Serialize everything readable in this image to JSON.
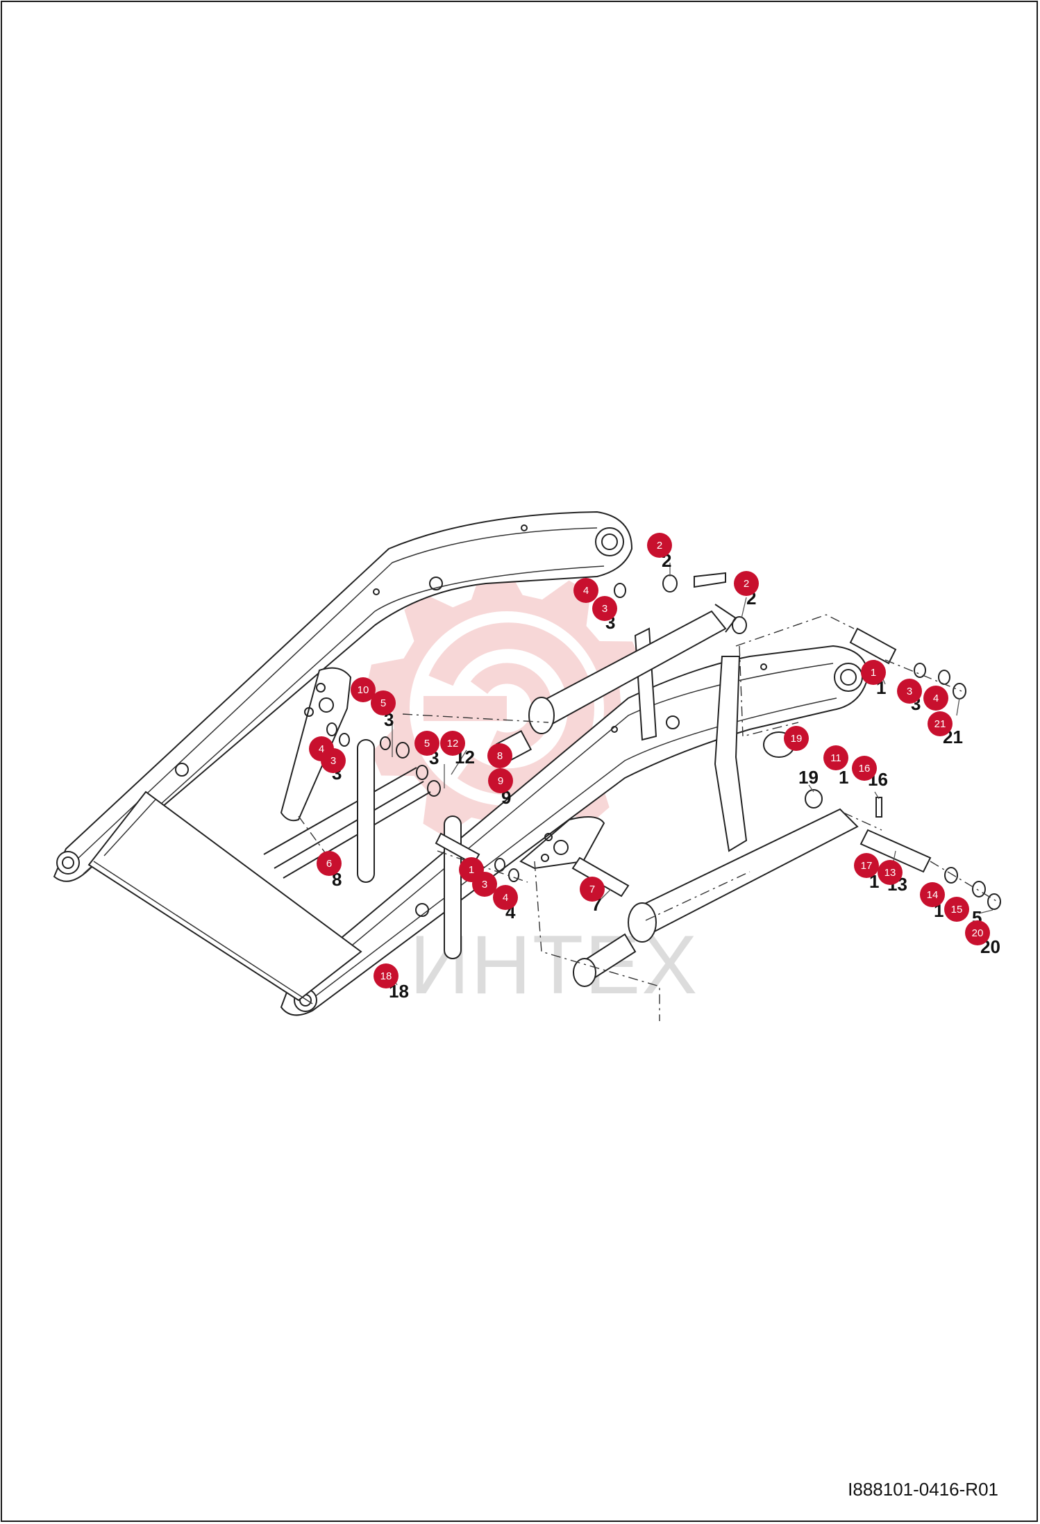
{
  "watermark": {
    "text": "ИНТЕХ",
    "color": "#f2b7b7",
    "icon": "gear-logo-icon"
  },
  "drawing_code": "I888101-0416-R01",
  "callout_color": "#c8102e",
  "callouts": [
    {
      "number": "2"
    },
    {
      "number": "2"
    },
    {
      "number": "4"
    },
    {
      "number": "3"
    },
    {
      "number": "1"
    },
    {
      "number": "3"
    },
    {
      "number": "4"
    },
    {
      "number": "21"
    },
    {
      "number": "10"
    },
    {
      "number": "5"
    },
    {
      "number": "4"
    },
    {
      "number": "3"
    },
    {
      "number": "5"
    },
    {
      "number": "12"
    },
    {
      "number": "8"
    },
    {
      "number": "9"
    },
    {
      "number": "19"
    },
    {
      "number": "11"
    },
    {
      "number": "16"
    },
    {
      "number": "6"
    },
    {
      "number": "1"
    },
    {
      "number": "3"
    },
    {
      "number": "4"
    },
    {
      "number": "7"
    },
    {
      "number": "17"
    },
    {
      "number": "13"
    },
    {
      "number": "14"
    },
    {
      "number": "15"
    },
    {
      "number": "20"
    },
    {
      "number": "18"
    }
  ],
  "part_labels": [
    {
      "text": "2"
    },
    {
      "text": "2"
    },
    {
      "text": "3"
    },
    {
      "text": "1"
    },
    {
      "text": "3"
    },
    {
      "text": "21"
    },
    {
      "text": "3"
    },
    {
      "text": "3"
    },
    {
      "text": "3"
    },
    {
      "text": "12"
    },
    {
      "text": "9"
    },
    {
      "text": "19"
    },
    {
      "text": "1"
    },
    {
      "text": "16"
    },
    {
      "text": "8"
    },
    {
      "text": "4"
    },
    {
      "text": "7"
    },
    {
      "text": "1"
    },
    {
      "text": "13"
    },
    {
      "text": "1"
    },
    {
      "text": "5"
    },
    {
      "text": "20"
    },
    {
      "text": "18"
    }
  ]
}
